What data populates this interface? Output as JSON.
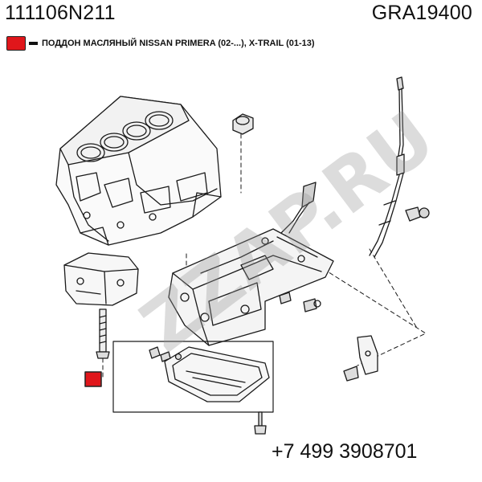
{
  "header": {
    "part_number": "111106N211",
    "catalog_code": "GRA19400"
  },
  "description": {
    "text": "ПОДДОН МАСЛЯНЫЙ NISSAN PRIMERA (02-...), X-TRAIL (01-13)",
    "marker_color": "#e0161b"
  },
  "watermark": {
    "text": "ZZAP.RU"
  },
  "contact": {
    "phone": "+7 499 3908701"
  }
}
